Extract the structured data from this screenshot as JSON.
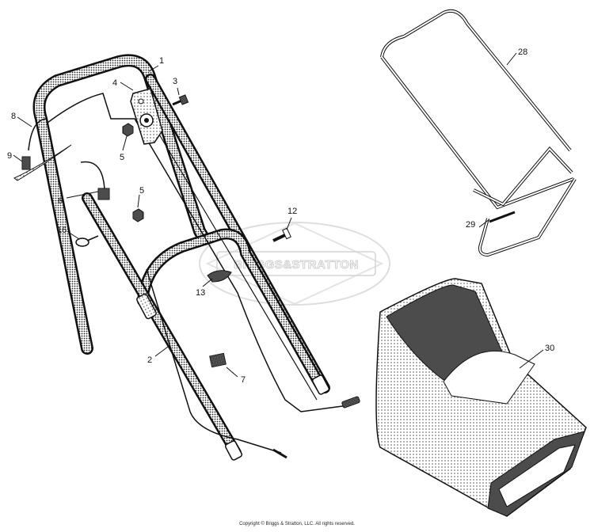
{
  "watermark": "BRIGGS&STRATTON",
  "copyright": "Copyright © Briggs & Stratton, LLC. All rights reserved.",
  "callouts": [
    {
      "id": "1",
      "label": "1"
    },
    {
      "id": "2",
      "label": "2"
    },
    {
      "id": "3",
      "label": "3"
    },
    {
      "id": "4",
      "label": "4"
    },
    {
      "id": "5a",
      "label": "5"
    },
    {
      "id": "5b",
      "label": "5"
    },
    {
      "id": "6",
      "label": "6"
    },
    {
      "id": "7",
      "label": "7"
    },
    {
      "id": "8",
      "label": "8"
    },
    {
      "id": "9",
      "label": "9"
    },
    {
      "id": "12",
      "label": "12"
    },
    {
      "id": "13",
      "label": "13"
    },
    {
      "id": "16",
      "label": "16"
    },
    {
      "id": "28",
      "label": "28"
    },
    {
      "id": "29",
      "label": "29"
    },
    {
      "id": "30",
      "label": "30"
    }
  ]
}
